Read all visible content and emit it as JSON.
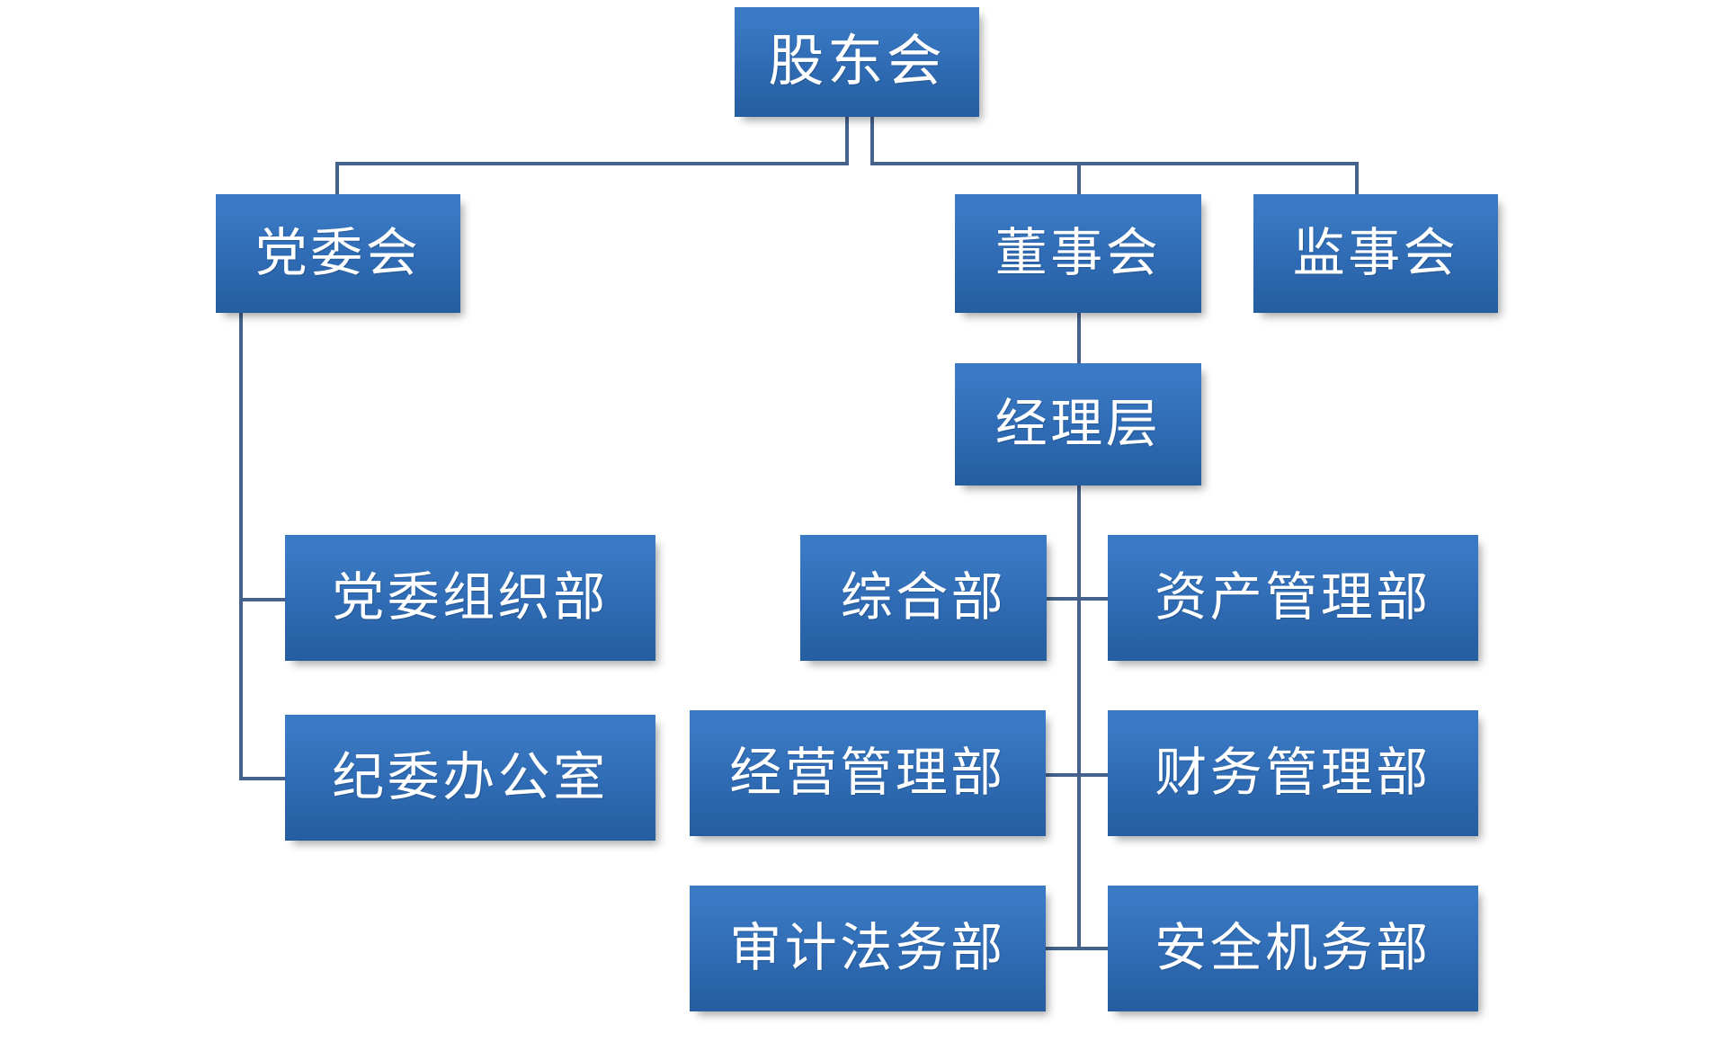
{
  "chart_data": {
    "type": "diagram",
    "diagram_type": "organization-chart",
    "title": "",
    "orientation": "top-down-hybrid",
    "colors": {
      "node_fill_top": "#3a7ac4",
      "node_fill_bottom": "#255e9f",
      "node_text": "#ffffff",
      "connector": "#44628b",
      "background": "#ffffff"
    },
    "nodes": [
      {
        "id": "shareholders",
        "label": "股东会",
        "level": 0,
        "parent": null
      },
      {
        "id": "party_committee",
        "label": "党委会",
        "level": 1,
        "parent": "shareholders"
      },
      {
        "id": "board_directors",
        "label": "董事会",
        "level": 1,
        "parent": "shareholders"
      },
      {
        "id": "board_supervisors",
        "label": "监事会",
        "level": 1,
        "parent": "shareholders"
      },
      {
        "id": "management",
        "label": "经理层",
        "level": 2,
        "parent": "board_directors"
      },
      {
        "id": "party_org_dept",
        "label": "党委组织部",
        "level": 2,
        "parent": "party_committee"
      },
      {
        "id": "discipline_office",
        "label": "纪委办公室",
        "level": 2,
        "parent": "party_committee"
      },
      {
        "id": "general_dept",
        "label": "综合部",
        "level": 3,
        "parent": "management"
      },
      {
        "id": "asset_mgmt_dept",
        "label": "资产管理部",
        "level": 3,
        "parent": "management"
      },
      {
        "id": "operation_dept",
        "label": "经营管理部",
        "level": 3,
        "parent": "management"
      },
      {
        "id": "finance_dept",
        "label": "财务管理部",
        "level": 3,
        "parent": "management"
      },
      {
        "id": "audit_legal_dept",
        "label": "审计法务部",
        "level": 3,
        "parent": "management"
      },
      {
        "id": "safety_dept",
        "label": "安全机务部",
        "level": 3,
        "parent": "management"
      }
    ],
    "edges": [
      {
        "from": "shareholders",
        "to": "party_committee"
      },
      {
        "from": "shareholders",
        "to": "board_directors"
      },
      {
        "from": "shareholders",
        "to": "board_supervisors"
      },
      {
        "from": "board_directors",
        "to": "management"
      },
      {
        "from": "party_committee",
        "to": "party_org_dept"
      },
      {
        "from": "party_committee",
        "to": "discipline_office"
      },
      {
        "from": "management",
        "to": "general_dept"
      },
      {
        "from": "management",
        "to": "asset_mgmt_dept"
      },
      {
        "from": "management",
        "to": "operation_dept"
      },
      {
        "from": "management",
        "to": "finance_dept"
      },
      {
        "from": "management",
        "to": "audit_legal_dept"
      },
      {
        "from": "management",
        "to": "safety_dept"
      }
    ]
  },
  "nodes": {
    "shareholders": {
      "label": "股东会"
    },
    "party_committee": {
      "label": "党委会"
    },
    "board_directors": {
      "label": "董事会"
    },
    "board_supervisors": {
      "label": "监事会"
    },
    "management": {
      "label": "经理层"
    },
    "party_org_dept": {
      "label": "党委组织部"
    },
    "discipline_office": {
      "label": "纪委办公室"
    },
    "general_dept": {
      "label": "综合部"
    },
    "asset_mgmt_dept": {
      "label": "资产管理部"
    },
    "operation_dept": {
      "label": "经营管理部"
    },
    "finance_dept": {
      "label": "财务管理部"
    },
    "audit_legal_dept": {
      "label": "审计法务部"
    },
    "safety_dept": {
      "label": "安全机务部"
    }
  }
}
